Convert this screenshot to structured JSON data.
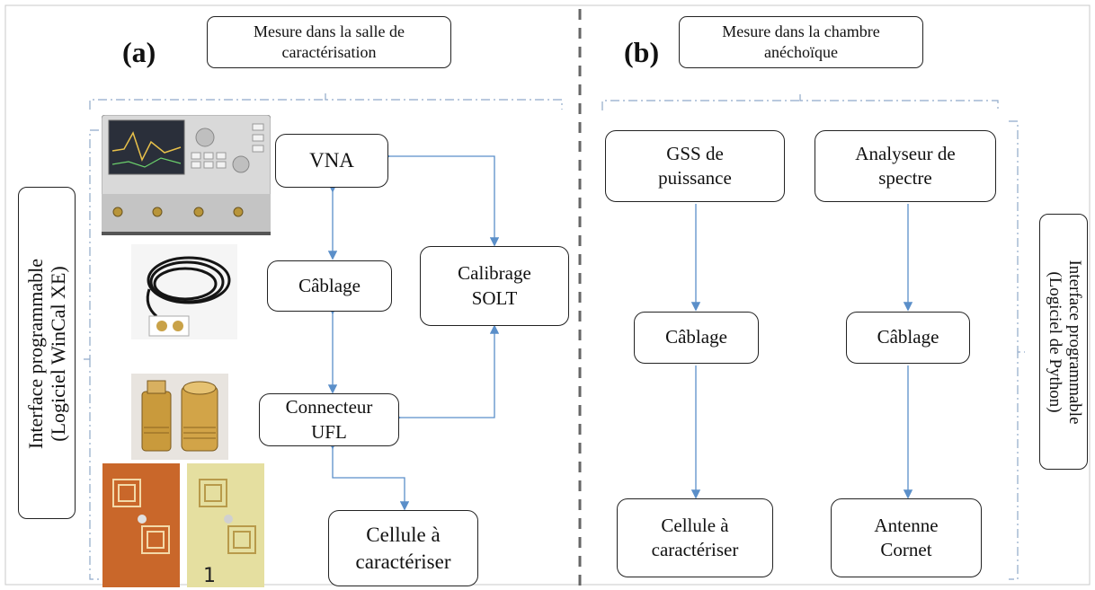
{
  "panel_a": {
    "label": "(a)",
    "header": "Mesure dans la salle de\ncaractérisation",
    "side_label": "Interface programmable\n(Logiciel WinCal XE)",
    "nodes": {
      "vna": "VNA",
      "cablage": "Câblage",
      "calibrage": "Calibrage\nSOLT",
      "connecteur": "Connecteur\nUFL",
      "cellule": "Cellule à\ncaractériser"
    },
    "photos": [
      "vna-instrument",
      "coax-cable",
      "sma-connectors",
      "pcb-cells"
    ],
    "photo_text": "1"
  },
  "panel_b": {
    "label": "(b)",
    "header": "Mesure dans la chambre\nanéchoïque",
    "side_label": "Interface programmable\n(Logiciel de Python)",
    "nodes": {
      "gss": "GSS de\npuissance",
      "analyseur": "Analyseur de\nspectre",
      "cablage_left": "Câblage",
      "cablage_right": "Câblage",
      "cellule": "Cellule à\ncaractériser",
      "antenne": "Antenne\nCornet"
    }
  },
  "colors": {
    "arrow": "#5b8fc9",
    "brace": "#8fa9c9",
    "divider": "#666666",
    "border": "#222222"
  }
}
